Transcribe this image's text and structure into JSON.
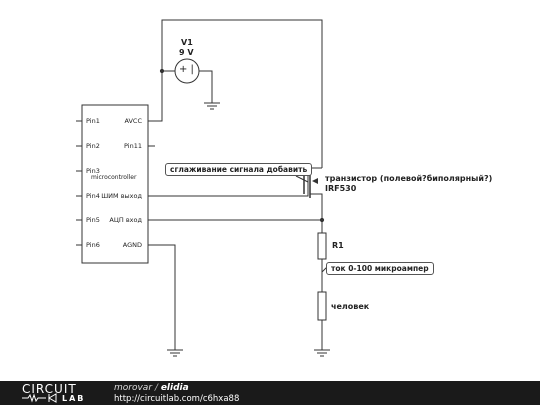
{
  "mcu": {
    "name": "microcontroller",
    "left_pins": [
      "Pin1",
      "Pin2",
      "Pin3",
      "Pin4",
      "Pin5",
      "Pin6"
    ],
    "right_pins": [
      "AVCC",
      "Pin11",
      "ШИМ выход",
      "АЦП вход",
      "AGND"
    ]
  },
  "source": {
    "name": "V1",
    "value": "9 V",
    "symbol": "+ |"
  },
  "transistor": {
    "label": "транзистор (полевой?биполярный?)",
    "part": "IRF530"
  },
  "resistor": {
    "name": "R1"
  },
  "load": {
    "name": "человек"
  },
  "callouts": {
    "smoothing": "сглаживание сигнала добавить",
    "current": "ток 0-100 микроампер"
  },
  "footer": {
    "logo_top": "CIRCUIT",
    "logo_bottom": "LAB",
    "author": "morovar",
    "separator": "/",
    "title": "elidia",
    "url": "http://circuitlab.com/c6hxa88"
  }
}
